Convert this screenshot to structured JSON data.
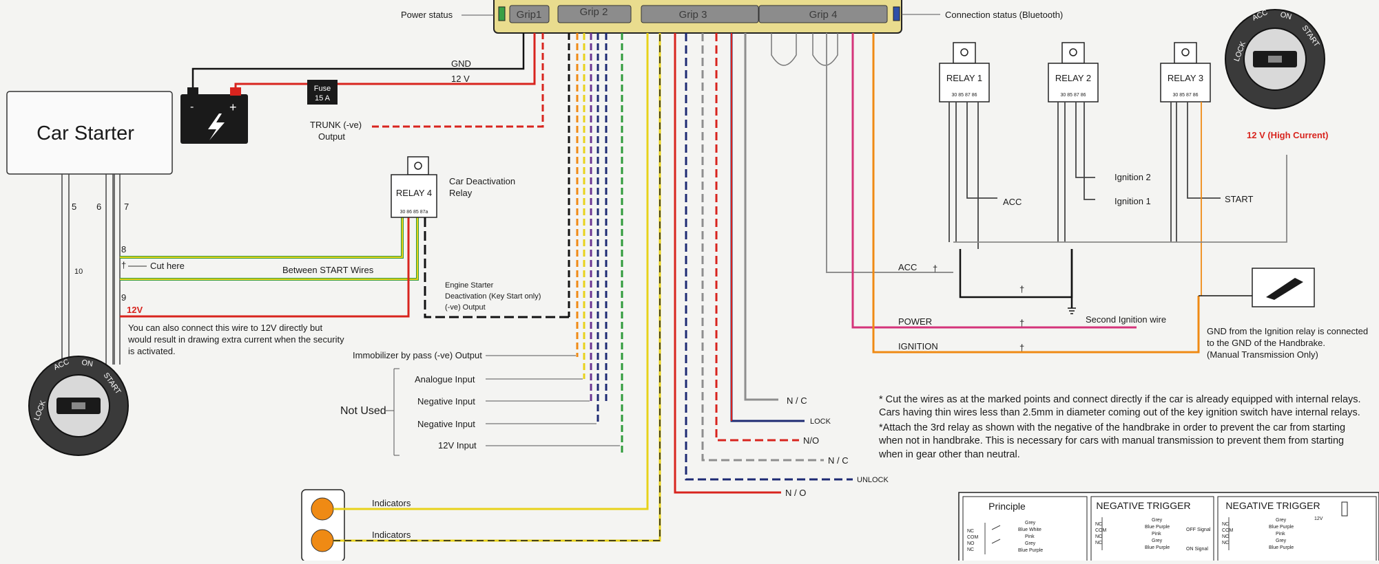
{
  "colors": {
    "red": "#d8241e",
    "yellow": "#e8d21a",
    "green": "#2e9a3a",
    "navy": "#1d2a73",
    "orange": "#ef8a14",
    "purple": "#6a3591",
    "pink": "#d4337a",
    "grey": "#8e8e8e",
    "black": "#111111"
  },
  "module": {
    "grips": [
      "Grip1",
      "Grip 2",
      "Grip 3",
      "Grip 4"
    ],
    "power_status": "Power status",
    "connection_status": "Connection status (Bluetooth)"
  },
  "left": {
    "car_starter": "Car Starter",
    "gnd": "GND",
    "v12": "12 V",
    "fuse_line1": "Fuse",
    "fuse_line2": "15 A",
    "trunk_line1": "TRUNK (-ve)",
    "trunk_line2": "Output",
    "wire5": "5",
    "wire6": "6",
    "wire7": "7",
    "wire8": "8",
    "wire9": "9",
    "wire10": "10",
    "cut_here": "Cut here",
    "between_start": "Between START Wires",
    "v12_red": "12V",
    "note_line1": "You can also connect this wire to  12V  directly but",
    "note_line2": "would result in drawing extra current when the security",
    "note_line3": "is activated.",
    "relay4": "RELAY 4",
    "relay4_pins": "30  86  85 87a",
    "deact_line1": "Car Deactivation",
    "deact_line2": "Relay",
    "engine_line1": "Engine Starter",
    "engine_line2": "Deactivation (Key Start only)",
    "engine_line3": "(-ve) Output",
    "immobilizer": "Immobilizer by pass (-ve) Output",
    "analogue": "Analogue Input",
    "negative1": "Negative Input",
    "negative2": "Negative Input",
    "input12v": "12V Input",
    "not_used": "Not Used",
    "indicators1": "Indicators",
    "indicators2": "Indicators"
  },
  "ignition_switch": {
    "lock": "LOCK",
    "acc": "ACC",
    "on": "ON",
    "start": "START"
  },
  "middle": {
    "nc1": "N / C",
    "lock": "LOCK",
    "no1": "N/O",
    "nc2": "N / C",
    "unlock": "UNLOCK",
    "no2": "N / O"
  },
  "right": {
    "relay1": "RELAY 1",
    "relay2": "RELAY 2",
    "relay3": "RELAY 3",
    "relay_pins": "30  85  87  86",
    "acc": "ACC",
    "ignition2": "Ignition 2",
    "ignition1": "Ignition 1",
    "start": "START",
    "high_current": "12 V (High Current)",
    "acc_wire": "ACC",
    "power": "POWER",
    "ignition": "IGNITION",
    "second_ignition": "Second Ignition wire",
    "gnd_line1": "GND from the Ignition relay is connected",
    "gnd_line2": "to the GND of the Handbrake.",
    "gnd_line3": "(Manual Transmission Only)"
  },
  "notes": {
    "line1": "* Cut the wires as at the marked points  and connect directly if the car is already equipped with internal relays.",
    "line2": "   Cars having thin wires less than 2.5mm in diameter coming out of the key ignition switch have internal relays.",
    "line3": "*Attach the 3rd relay as shown with the negative of the handbrake in order to prevent the car from starting",
    "line4": "when not in handbrake. This is necessary for cars with manual transmission to prevent them from starting",
    "line5": "when in gear other than neutral."
  },
  "table": {
    "principle": "Principle",
    "neg1": "NEGATIVE TRIGGER",
    "neg2": "NEGATIVE TRIGGER",
    "row_labels": [
      "NC",
      "COM",
      "NO",
      "NC"
    ],
    "wires_a": [
      "Grey",
      "Blue White",
      "Pink",
      "Grey",
      "Blue Purple"
    ],
    "wires_b": [
      "Grey",
      "Blue Purple",
      "Pink",
      "Grey",
      "Blue Purple"
    ],
    "off_signal": "OFF Signal",
    "on_signal": "ON Signal",
    "v12": "12V"
  }
}
